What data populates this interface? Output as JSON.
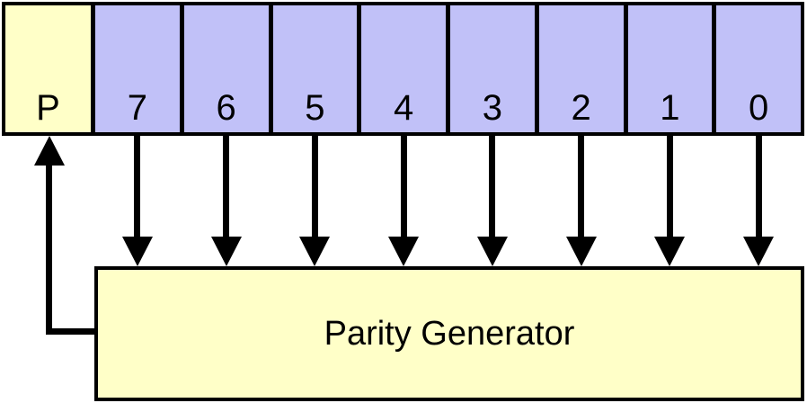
{
  "diagram": {
    "register": {
      "cells": [
        {
          "label": "P",
          "type": "parity"
        },
        {
          "label": "7",
          "type": "bit"
        },
        {
          "label": "6",
          "type": "bit"
        },
        {
          "label": "5",
          "type": "bit"
        },
        {
          "label": "4",
          "type": "bit"
        },
        {
          "label": "3",
          "type": "bit"
        },
        {
          "label": "2",
          "type": "bit"
        },
        {
          "label": "1",
          "type": "bit"
        },
        {
          "label": "0",
          "type": "bit"
        }
      ]
    },
    "parity_generator": {
      "label": "Parity Generator"
    },
    "colors": {
      "line": "#000000",
      "parity_fill": "#ffffc8",
      "bit_fill": "#c1c1f8",
      "text": "#000000"
    }
  }
}
